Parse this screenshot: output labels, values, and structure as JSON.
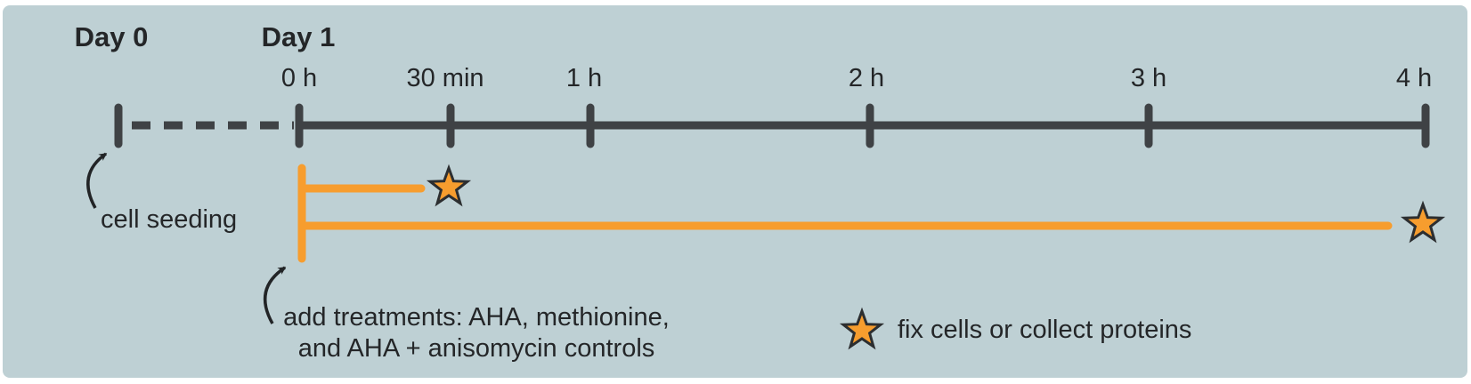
{
  "figure": {
    "type": "experiment-timeline",
    "background_color": "#bed0d4",
    "axis_color": "#3f4245",
    "accent_color": "#f79d2e",
    "text_color": "#242628"
  },
  "days": {
    "day0": "Day 0",
    "day1": "Day 1"
  },
  "timeline": {
    "ticks": [
      "0 h",
      "30 min",
      "1 h",
      "2 h",
      "3 h",
      "4 h"
    ]
  },
  "annotations": {
    "cell_seeding": "cell seeding",
    "add_treatments_line1": "add treatments: AHA, methionine,",
    "add_treatments_line2": "and AHA + anisomycin controls"
  },
  "legend": {
    "symbol": "star-icon",
    "label": "fix cells or collect proteins"
  }
}
